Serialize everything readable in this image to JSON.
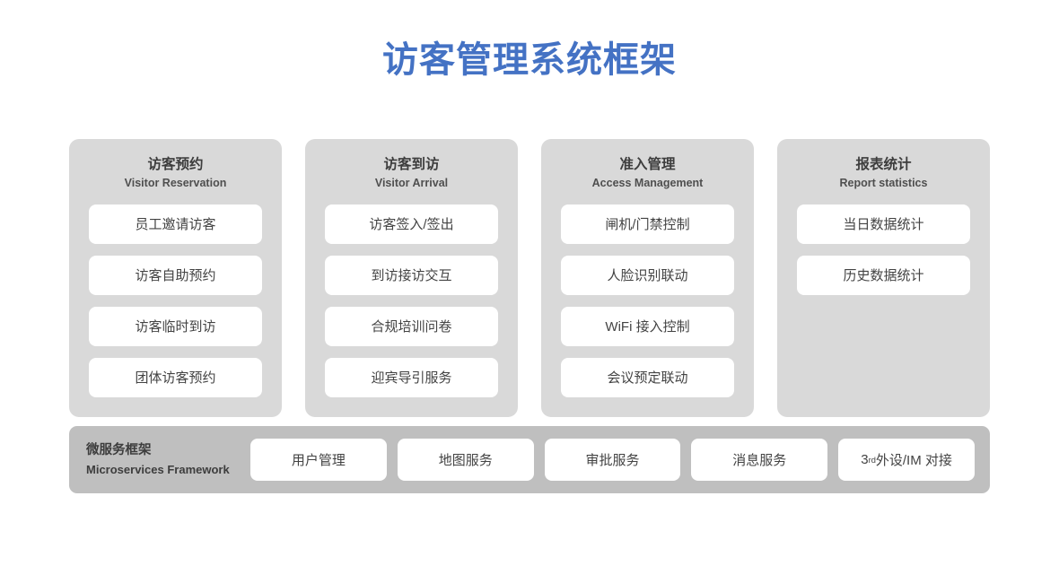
{
  "title": "访客管理系统框架",
  "accent_color": "#4472C4",
  "panel_color": "#D9D9D9",
  "footer_color": "#BFBFBF",
  "card_color": "#FFFFFF",
  "columns": [
    {
      "title_cn": "访客预约",
      "title_en": "Visitor Reservation",
      "cards": [
        "员工邀请访客",
        "访客自助预约",
        "访客临时到访",
        "团体访客预约"
      ]
    },
    {
      "title_cn": "访客到访",
      "title_en": "Visitor Arrival",
      "cards": [
        "访客签入/签出",
        "到访接访交互",
        "合规培训问卷",
        "迎宾导引服务"
      ]
    },
    {
      "title_cn": "准入管理",
      "title_en": "Access Management",
      "cards": [
        "闸机/门禁控制",
        "人脸识别联动",
        "WiFi 接入控制",
        "会议预定联动"
      ]
    },
    {
      "title_cn": "报表统计",
      "title_en": "Report statistics",
      "cards": [
        "当日数据统计",
        "历史数据统计"
      ]
    }
  ],
  "footer": {
    "label_cn": "微服务框架",
    "label_en": "Microservices Framework",
    "items": [
      {
        "text": "用户管理"
      },
      {
        "text": "地图服务"
      },
      {
        "text": "审批服务"
      },
      {
        "text": "消息服务"
      },
      {
        "prefix": "3",
        "sup": "rd",
        "suffix": " 外设/IM 对接"
      }
    ]
  }
}
